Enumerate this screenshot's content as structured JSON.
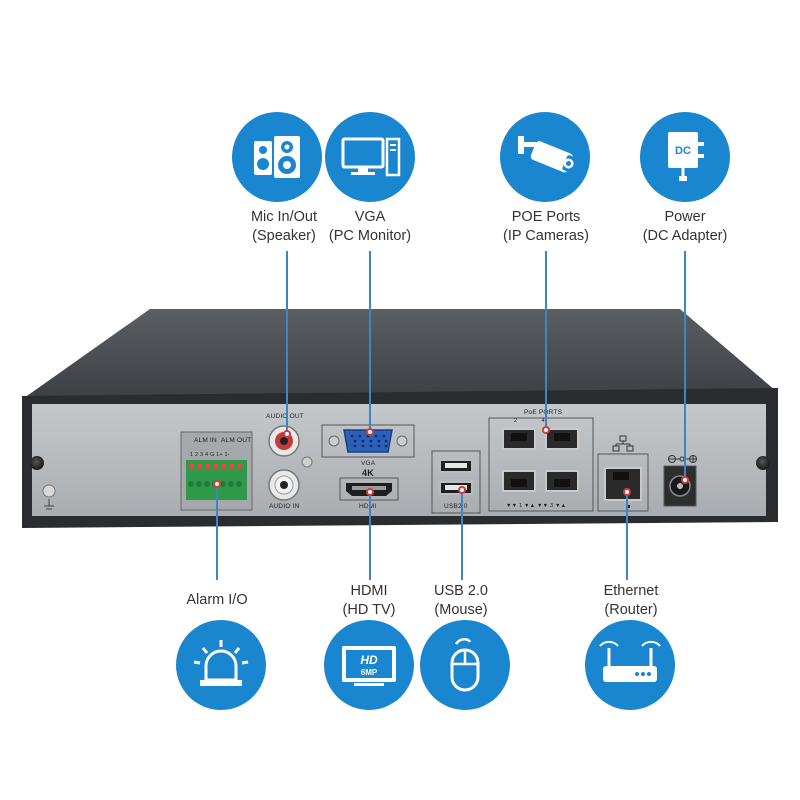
{
  "callouts": {
    "mic": {
      "line1": "Mic In/Out",
      "line2": "(Speaker)",
      "icon": "speaker-icon"
    },
    "vga": {
      "line1": "VGA",
      "line2": "(PC Monitor)",
      "icon": "monitor-icon"
    },
    "poe": {
      "line1": "POE Ports",
      "line2": "(IP Cameras)",
      "icon": "ip-camera-icon"
    },
    "power": {
      "line1": "Power",
      "line2": "(DC Adapter)",
      "icon": "dc-adapter-icon",
      "icon_text": "DC"
    },
    "alarm": {
      "line1": "Alarm I/O",
      "line2": "",
      "icon": "alarm-light-icon"
    },
    "hdmi": {
      "line1": "HDMI",
      "line2": "(HD TV)",
      "icon": "hd-tv-icon",
      "icon_text1": "HD",
      "icon_text2": "6MP"
    },
    "usb": {
      "line1": "USB 2.0",
      "line2": "(Mouse)",
      "icon": "mouse-icon"
    },
    "ethernet": {
      "line1": "Ethernet",
      "line2": "(Router)",
      "icon": "router-icon"
    }
  },
  "panel_labels": {
    "alm_in": "ALM IN",
    "alm_out": "ALM OUT",
    "alm_pins": "1 2 3 4 G  1+ 1-",
    "audio_out": "AUDIO OUT",
    "audio_in": "AUDIO IN",
    "vga": "VGA",
    "hdmi_4k": "4K",
    "hdmi": "HDMI",
    "usb": "USB2.0",
    "poe_ports": "PoE PORTS",
    "poe_top_nums": "2              4",
    "poe_bottom_nums": "▼▼ 1 ▼▲ ▼▼ 3 ▼▲"
  },
  "colors": {
    "accent": "#1a86d0",
    "leader_line": "#3a86c6",
    "panel": "#b9bdc1",
    "chassis_top": "#4a4d52",
    "terminal": "#2f9a4a"
  }
}
